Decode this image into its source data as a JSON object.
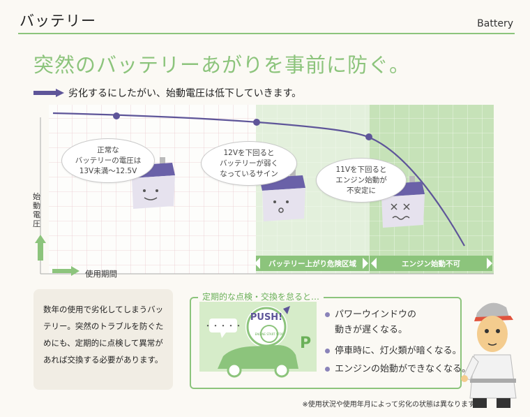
{
  "header": {
    "title": "バッテリー",
    "title_en": "Battery"
  },
  "headline": "突然のバッテリーあがりを事前に防ぐ。",
  "subheading": "劣化するにしたがい、始動電圧は低下していきます。",
  "colors": {
    "accent_green": "#8cc47c",
    "curve_purple": "#5e5599",
    "zone_light": "#e3f0dc",
    "zone_dark": "#c6e2b8"
  },
  "chart_data": {
    "type": "line",
    "xlabel": "使用期間",
    "ylabel": "始動電圧",
    "stages": [
      {
        "label": "正常な\nバッテリーの電圧は\n13V未満〜12.5V"
      },
      {
        "label": "12Vを下回ると\nバッテリーが弱く\nなっているサイン"
      },
      {
        "label": "11Vを下回ると\nエンジン始動が\n不安定に"
      }
    ],
    "zones": [
      {
        "label": "バッテリー上がり危険区域"
      },
      {
        "label": "エンジン始動不可"
      }
    ]
  },
  "note": "数年の使用で劣化してしまうバッテリー。突然のトラブルを防ぐためにも、定期的に点検して異常があれば交換する必要があります。",
  "tips": {
    "title": "定期的な点検・交換を怠ると…",
    "items": [
      "パワーウインドウの\n動きが遅くなる。",
      "停車時に、灯火類が暗くなる。",
      "エンジンの始動ができなくなる。"
    ],
    "illustration": {
      "push_label": "PUSH!",
      "button_label": "ENGINE START STOP",
      "parking_letter": "P",
      "speech": "・・・・・"
    }
  },
  "footnote": "※使用状況や使用年月によって劣化の状態は異なります。"
}
